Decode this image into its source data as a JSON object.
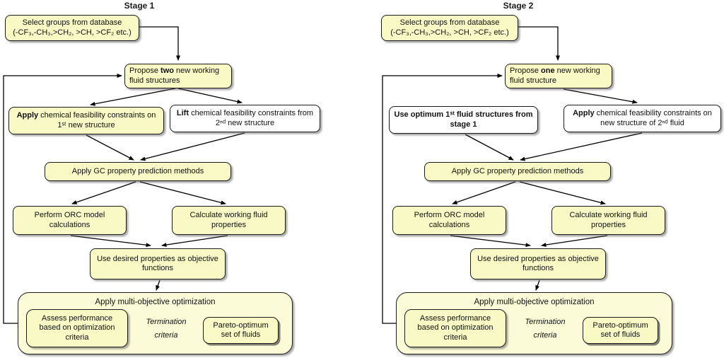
{
  "colors": {
    "node_fill": "#f9f9c5",
    "container_fill": "#fbfbd8",
    "alt_node_fill": "#ffffff",
    "border": "#1c1c1c",
    "arrow": "#000000"
  },
  "stages": [
    {
      "title": "Stage 1",
      "select_groups": {
        "line1": "Select groups from database",
        "line2": "(-CF₃,-CH₃,>CH₂, >CH, >CF₂ etc.)"
      },
      "propose": {
        "pre": "Propose ",
        "bold": "two",
        "post": " new working fluid structures"
      },
      "branch_left": {
        "bold": "Apply",
        "rest": " chemical feasibility constraints on 1ˢᵗ new structure"
      },
      "branch_right": {
        "bold": "Lift",
        "rest": " chemical feasibility constraints from 2ⁿᵈ new structure"
      },
      "gc_prediction": "Apply  GC property prediction methods",
      "orc_model": "Perform ORC model calculations",
      "fluid_properties": "Calculate working fluid properties",
      "objective_functions": "Use desired properties as objective functions",
      "optimization": {
        "title": "Apply multi-objective optimization",
        "assess": "Assess performance based on optimization criteria",
        "termination_line1": "Termination",
        "termination_line2": "criteria",
        "pareto": "Pareto-optimum set of fluids"
      }
    },
    {
      "title": "Stage 2",
      "select_groups": {
        "line1": "Select groups from database",
        "line2": "(-CF₃,-CH₃,>CH₂, >CH, >CF₂ etc.)"
      },
      "propose": {
        "pre": "Propose ",
        "bold": "one",
        "post": " new working fluid structure"
      },
      "branch_left": {
        "bold": "Use optimum 1ˢᵗ fluid structures from stage 1",
        "rest": ""
      },
      "branch_right": {
        "bold": "Apply",
        "rest": " chemical feasibility constraints on new structure of 2ⁿᵈ fluid"
      },
      "gc_prediction": "Apply  GC property prediction methods",
      "orc_model": "Perform ORC model calculations",
      "fluid_properties": "Calculate working fluid properties",
      "objective_functions": "Use desired properties as objective functions",
      "optimization": {
        "title": "Apply multi-objective optimization",
        "assess": "Assess performance based on optimization criteria",
        "termination_line1": "Termination",
        "termination_line2": "criteria",
        "pareto": "Pareto-optimum set of fluids"
      }
    }
  ]
}
